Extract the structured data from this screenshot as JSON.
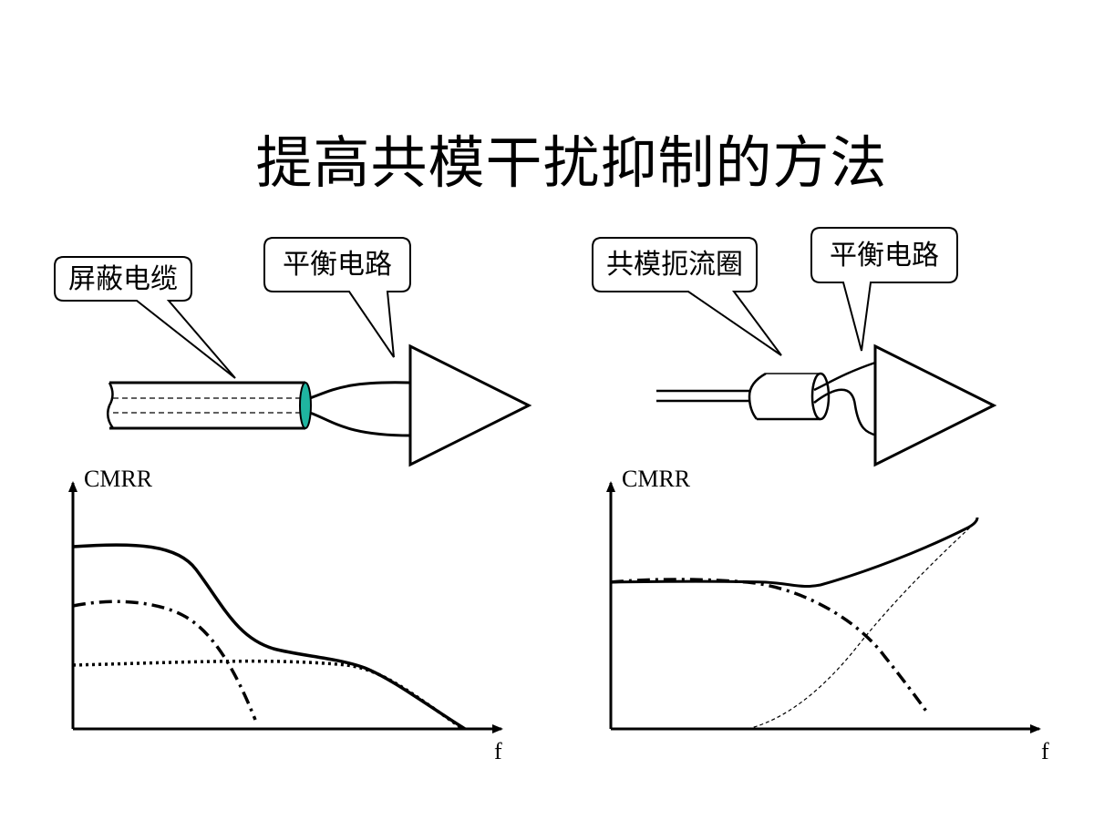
{
  "title": "提高共模干扰抑制的方法",
  "left_panel": {
    "callout_cable": "屏蔽电缆",
    "callout_circuit": "平衡电路",
    "chart_ylabel": "CMRR",
    "chart_xlabel": "f"
  },
  "right_panel": {
    "callout_choke": "共模扼流圈",
    "callout_circuit": "平衡电路",
    "chart_ylabel": "CMRR",
    "chart_xlabel": "f"
  },
  "colors": {
    "cable_end_fill": "#1fb5a0",
    "line": "#000000",
    "background": "#ffffff"
  }
}
